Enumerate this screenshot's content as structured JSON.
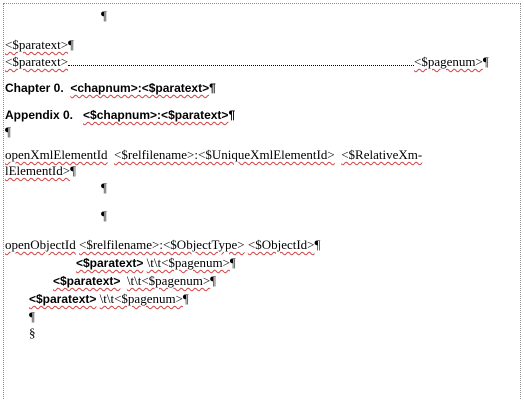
{
  "document": {
    "pilcrow": "¶",
    "section_mark": "§",
    "lines": {
      "l1_para": "¶",
      "l2_text": "<$paratext>",
      "l3_left": "<$paratext>",
      "l3_right": "<$pagenum>",
      "l4_chapter": "Chapter 0.",
      "l4_tag": "<chapnum>:<$paratext>",
      "l5_appendix": "Appendix 0.",
      "l5_tag": "<$chapnum>:<$paratext>",
      "l7_a": "openXmlElementId",
      "l7_b": "<$relfilename>:<$UniqueXmlElementId>",
      "l7_c": "<$RelativeXm-",
      "l8_a": "lElementId>",
      "l11_a": "openObjectId",
      "l11_b": "<$relfilename>:<$ObjectType>",
      "l11_c": "<$ObjectId>",
      "l12_tag": "<$paratext>",
      "l12_rest": "\\t\\t<$pagenum>",
      "l13_tag": "<$paratext>",
      "l13_rest": "\\t\\t<$pagenum>",
      "l14_tag": "<$paratext>",
      "l14_rest": "\\t\\t<$pagenum>"
    }
  }
}
